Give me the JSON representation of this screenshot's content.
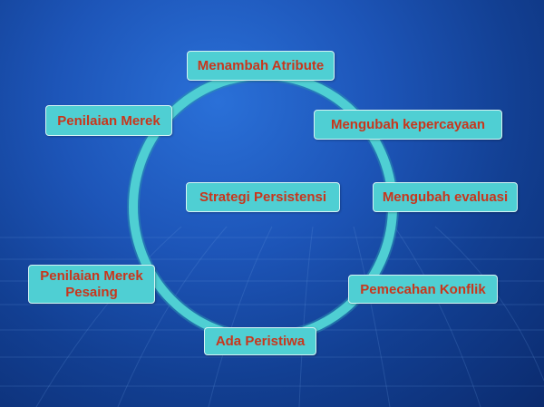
{
  "diagram": {
    "center": "Strategi Persistensi",
    "nodes": {
      "top": "Menambah Atribute",
      "right1": "Mengubah kepercayaan",
      "left1": "Penilaian Merek",
      "right2": "Mengubah evaluasi",
      "left2_line1": "Penilaian Merek",
      "left2_line2": "Pesaing",
      "right3": "Pemecahan Konflik",
      "bottom": "Ada Peristiwa"
    }
  },
  "colors": {
    "background": "#1d55b8",
    "ring": "#4fcfd3",
    "box_fill": "#4fcfd3",
    "box_text": "#c8361c"
  }
}
